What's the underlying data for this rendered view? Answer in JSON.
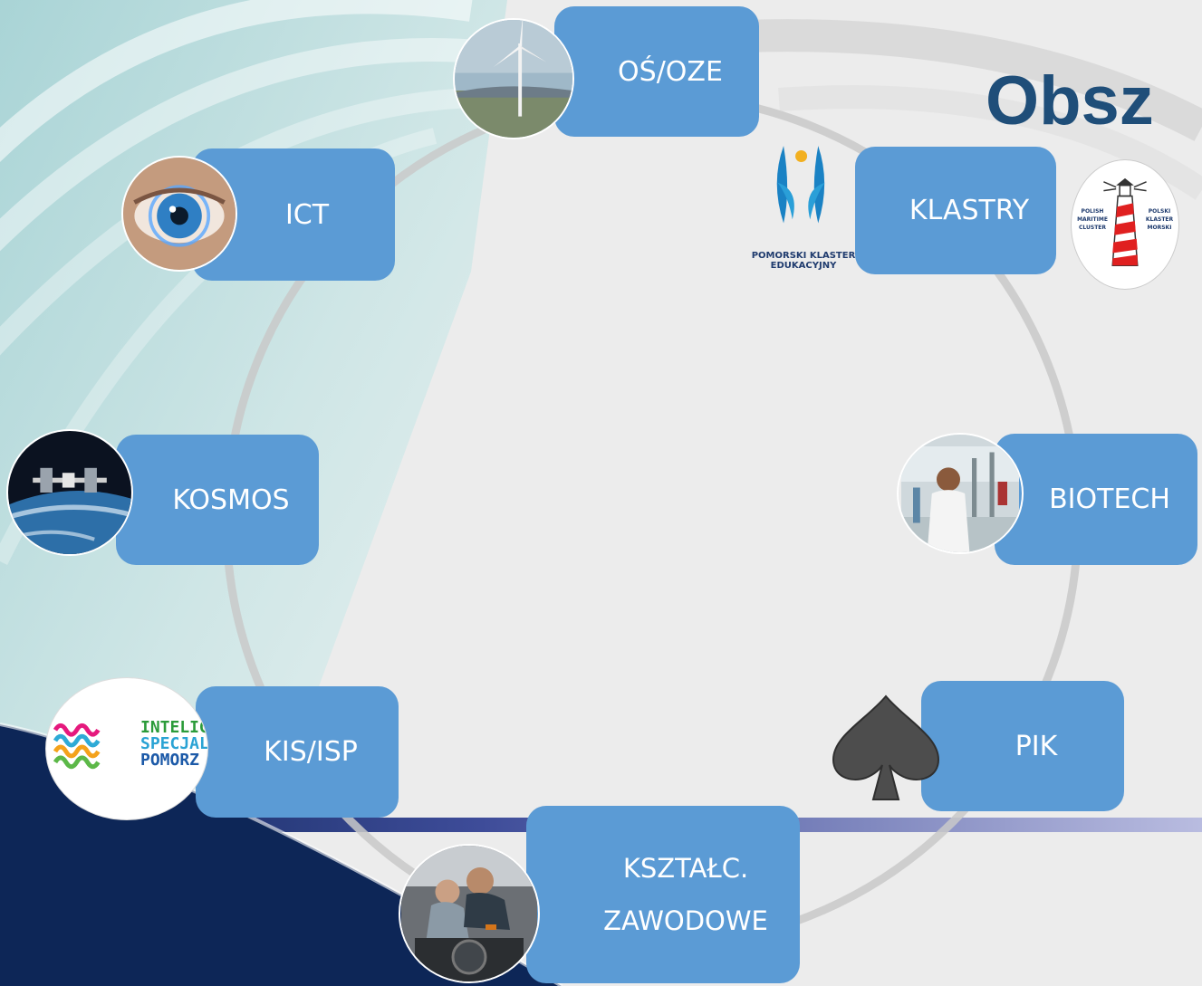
{
  "title": "Obsz",
  "nodes": [
    {
      "id": "ose",
      "label": "OŚ/OZE",
      "icon": "wind-turbine-photo"
    },
    {
      "id": "klastry",
      "label": "KLASTRY",
      "icon": "cluster-logos"
    },
    {
      "id": "biotech",
      "label": "BIOTECH",
      "icon": "laboratory-photo"
    },
    {
      "id": "pik",
      "label": "PIK",
      "icon": "spade-icon"
    },
    {
      "id": "zawodowe",
      "label_line1": "KSZTAŁC.",
      "label_line2": "ZAWODOWE",
      "icon": "mechanics-photo"
    },
    {
      "id": "kis",
      "label": "KIS/ISP",
      "icon": "smart-specialisation-logo"
    },
    {
      "id": "kosmos",
      "label": "KOSMOS",
      "icon": "space-station-photo"
    },
    {
      "id": "ict",
      "label": "ICT",
      "icon": "eye-photo"
    }
  ],
  "logos": {
    "pke_line1": "POMORSKI KLASTER",
    "pke_line2": "EDUKACYJNY",
    "pmc_left": "POLISH MARITIME CLUSTER",
    "pmc_right": "POLSKI KLASTER MORSKI",
    "kis_line1": "INTELIGE",
    "kis_line2": "SPECJALI",
    "kis_line3": "POMORZ"
  },
  "colors": {
    "box": "#5b9bd5",
    "title": "#1f4e79",
    "ring": "#c9c9c9",
    "navy": "#0d2657"
  }
}
